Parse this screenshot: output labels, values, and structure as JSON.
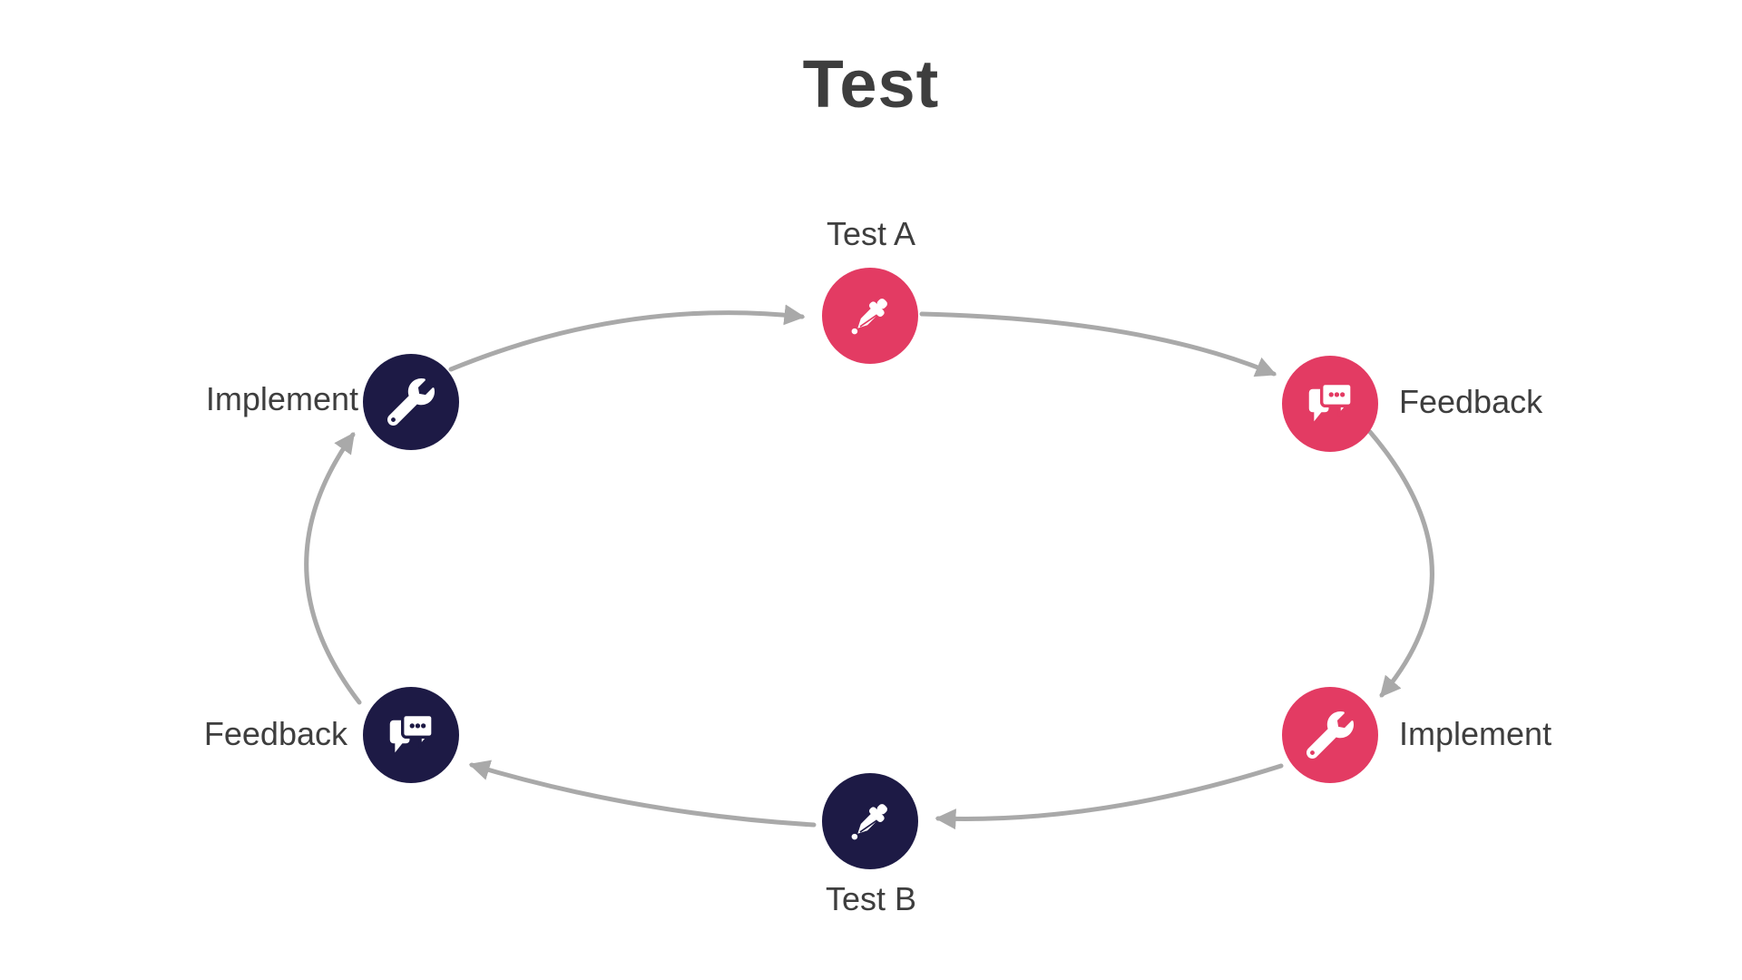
{
  "title": "Test",
  "colors": {
    "pink": "#E33B63",
    "navy": "#1D1A45",
    "arrow": "#A9A9A9",
    "text": "#3E3E3E",
    "background": "#FFFFFF"
  },
  "nodes": [
    {
      "label": "Test A",
      "icon": "eyedropper-icon",
      "color": "pink",
      "label_position": "above"
    },
    {
      "label": "Feedback",
      "icon": "chat-bubbles-icon",
      "color": "pink",
      "label_position": "right"
    },
    {
      "label": "Implement",
      "icon": "wrench-icon",
      "color": "pink",
      "label_position": "right"
    },
    {
      "label": "Test B",
      "icon": "eyedropper-icon",
      "color": "navy",
      "label_position": "below"
    },
    {
      "label": "Feedback",
      "icon": "chat-bubbles-icon",
      "color": "navy",
      "label_position": "left"
    },
    {
      "label": "Implement",
      "icon": "wrench-icon",
      "color": "navy",
      "label_position": "left"
    }
  ],
  "flow": {
    "direction": "clockwise",
    "edges": [
      {
        "from": "Implement (top-left)",
        "to": "Test A"
      },
      {
        "from": "Test A",
        "to": "Feedback (right)"
      },
      {
        "from": "Feedback (right)",
        "to": "Implement (bottom-right)"
      },
      {
        "from": "Implement (bottom-right)",
        "to": "Test B"
      },
      {
        "from": "Test B",
        "to": "Feedback (bottom-left)"
      },
      {
        "from": "Feedback (bottom-left)",
        "to": "Implement (top-left)"
      }
    ]
  }
}
